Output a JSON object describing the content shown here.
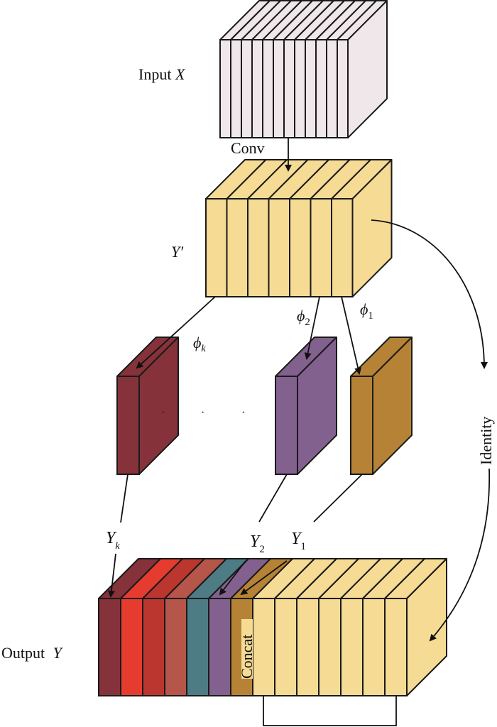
{
  "labels": {
    "input": "Input",
    "input_var": "X",
    "conv": "Conv",
    "intermediate_var": "Y",
    "intermediate_prime": "′",
    "phi": "ϕ",
    "phi_k_sub": "k",
    "phi_2_sub": "2",
    "phi_1_sub": "1",
    "y_var": "Y",
    "y_k_sub": "k",
    "y_2_sub": "2",
    "y_1_sub": "1",
    "identity": "Identity",
    "concat": "Concat",
    "output": "Output",
    "output_var": "Y",
    "ellipsis_dot": "·"
  },
  "colors": {
    "input_slice": "#efe7ea",
    "feature_slice": "#f6db95",
    "stroke": "#1a1a1a",
    "block_k": "#85323a",
    "block_2": "#83618f",
    "block_1": "#b68336"
  },
  "blocks": {
    "input_slices": 12,
    "intermediate_slices": 7,
    "output_yellow_slices": 7,
    "output_colored_slices": [
      {
        "name": "ghost-k",
        "color": "#85323a"
      },
      {
        "name": "ghost-red",
        "color": "#e63c30"
      },
      {
        "name": "ghost-crimson",
        "color": "#bb362f"
      },
      {
        "name": "ghost-brick",
        "color": "#b6554a"
      },
      {
        "name": "ghost-teal",
        "color": "#4e7c85"
      },
      {
        "name": "ghost-2",
        "color": "#83618f"
      },
      {
        "name": "ghost-1",
        "color": "#b68336"
      }
    ]
  }
}
